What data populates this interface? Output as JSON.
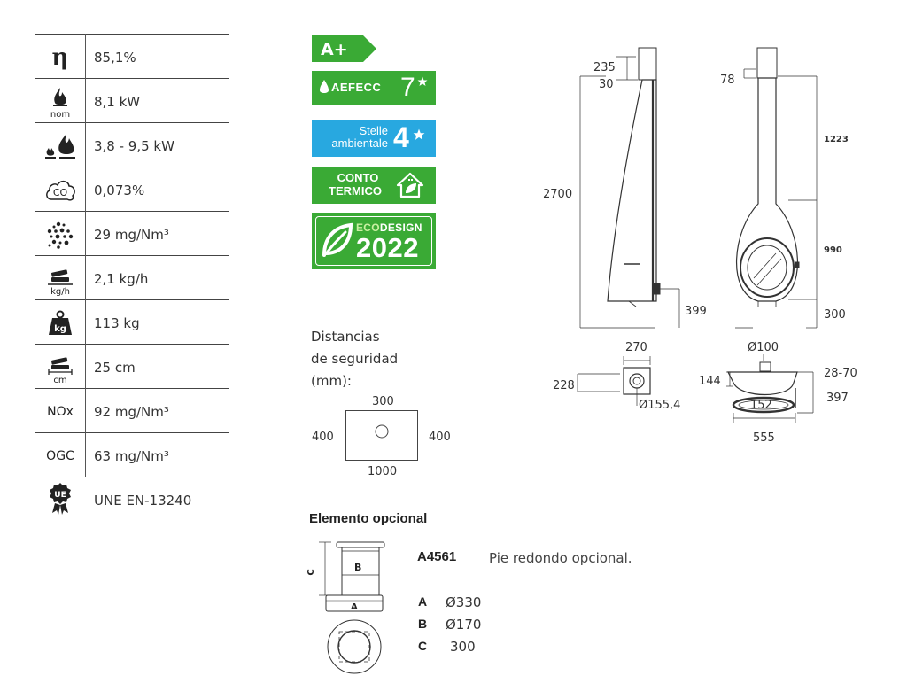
{
  "specs": [
    {
      "icon": "efficiency-eta-icon",
      "value": "85,1%"
    },
    {
      "icon": "nominal-power-flame-icon",
      "icon_label": "nom",
      "value": "8,1 kW"
    },
    {
      "icon": "power-range-flames-icon",
      "value": "3,8 - 9,5 kW"
    },
    {
      "icon": "co-cloud-icon",
      "icon_label": "CO",
      "value": "0,073%"
    },
    {
      "icon": "particles-dots-icon",
      "value": "29 mg/Nm³"
    },
    {
      "icon": "wood-consumption-icon",
      "icon_label": "kg/h",
      "value": "2,1 kg/h"
    },
    {
      "icon": "weight-kg-icon",
      "icon_label": "kg",
      "value": "113 kg"
    },
    {
      "icon": "log-length-icon",
      "icon_label": "cm",
      "value": "25 cm"
    },
    {
      "icon": "nox-text-icon",
      "icon_label": "NOx",
      "value": "92 mg/Nm³"
    },
    {
      "icon": "ogc-text-icon",
      "icon_label": "OGC",
      "value": "63 mg/Nm³"
    },
    {
      "icon": "ue-certification-icon",
      "icon_label": "UE",
      "value": "UNE EN-13240"
    }
  ],
  "badges": {
    "energy_class": "A+",
    "aefecc_label": "AEFECC",
    "aefecc_value": "7",
    "stelle_line1": "Stelle",
    "stelle_line2": "ambientale",
    "stelle_value": "4",
    "conto_line1": "CONTO",
    "conto_line2": "TERMICO",
    "ecodesign_eco": "ECO",
    "ecodesign_design": "DESIGN",
    "ecodesign_year": "2022",
    "colors": {
      "green": "#3aaa35",
      "blue": "#28a8e0"
    }
  },
  "drawing": {
    "side": {
      "top_h": "235",
      "top_gap": "30",
      "total_h": "2700",
      "bottom_h": "399"
    },
    "front": {
      "top_offset": "78",
      "upper_h": "1223",
      "mid_h": "990",
      "bottom_h": "300"
    },
    "plan_small": {
      "width": "270",
      "depth": "228",
      "diameter": "Ø155,4"
    },
    "plan_large": {
      "top_d": "Ø100",
      "left_h": "144",
      "right_top": "28-70",
      "right_h": "397",
      "center": "152",
      "width": "555"
    }
  },
  "safety": {
    "title_line1": "Distancias",
    "title_line2": "de seguridad",
    "title_line3": "(mm):",
    "top": "300",
    "left": "400",
    "right": "400",
    "bottom": "1000"
  },
  "optional": {
    "title": "Elemento opcional",
    "code": "A4561",
    "description": "Pie redondo opcional.",
    "diagram_labels": {
      "a": "A",
      "b": "B",
      "c": "C"
    },
    "items": [
      {
        "key": "A",
        "value": "Ø330"
      },
      {
        "key": "B",
        "value": "Ø170"
      },
      {
        "key": "C",
        "value": "300"
      }
    ]
  }
}
